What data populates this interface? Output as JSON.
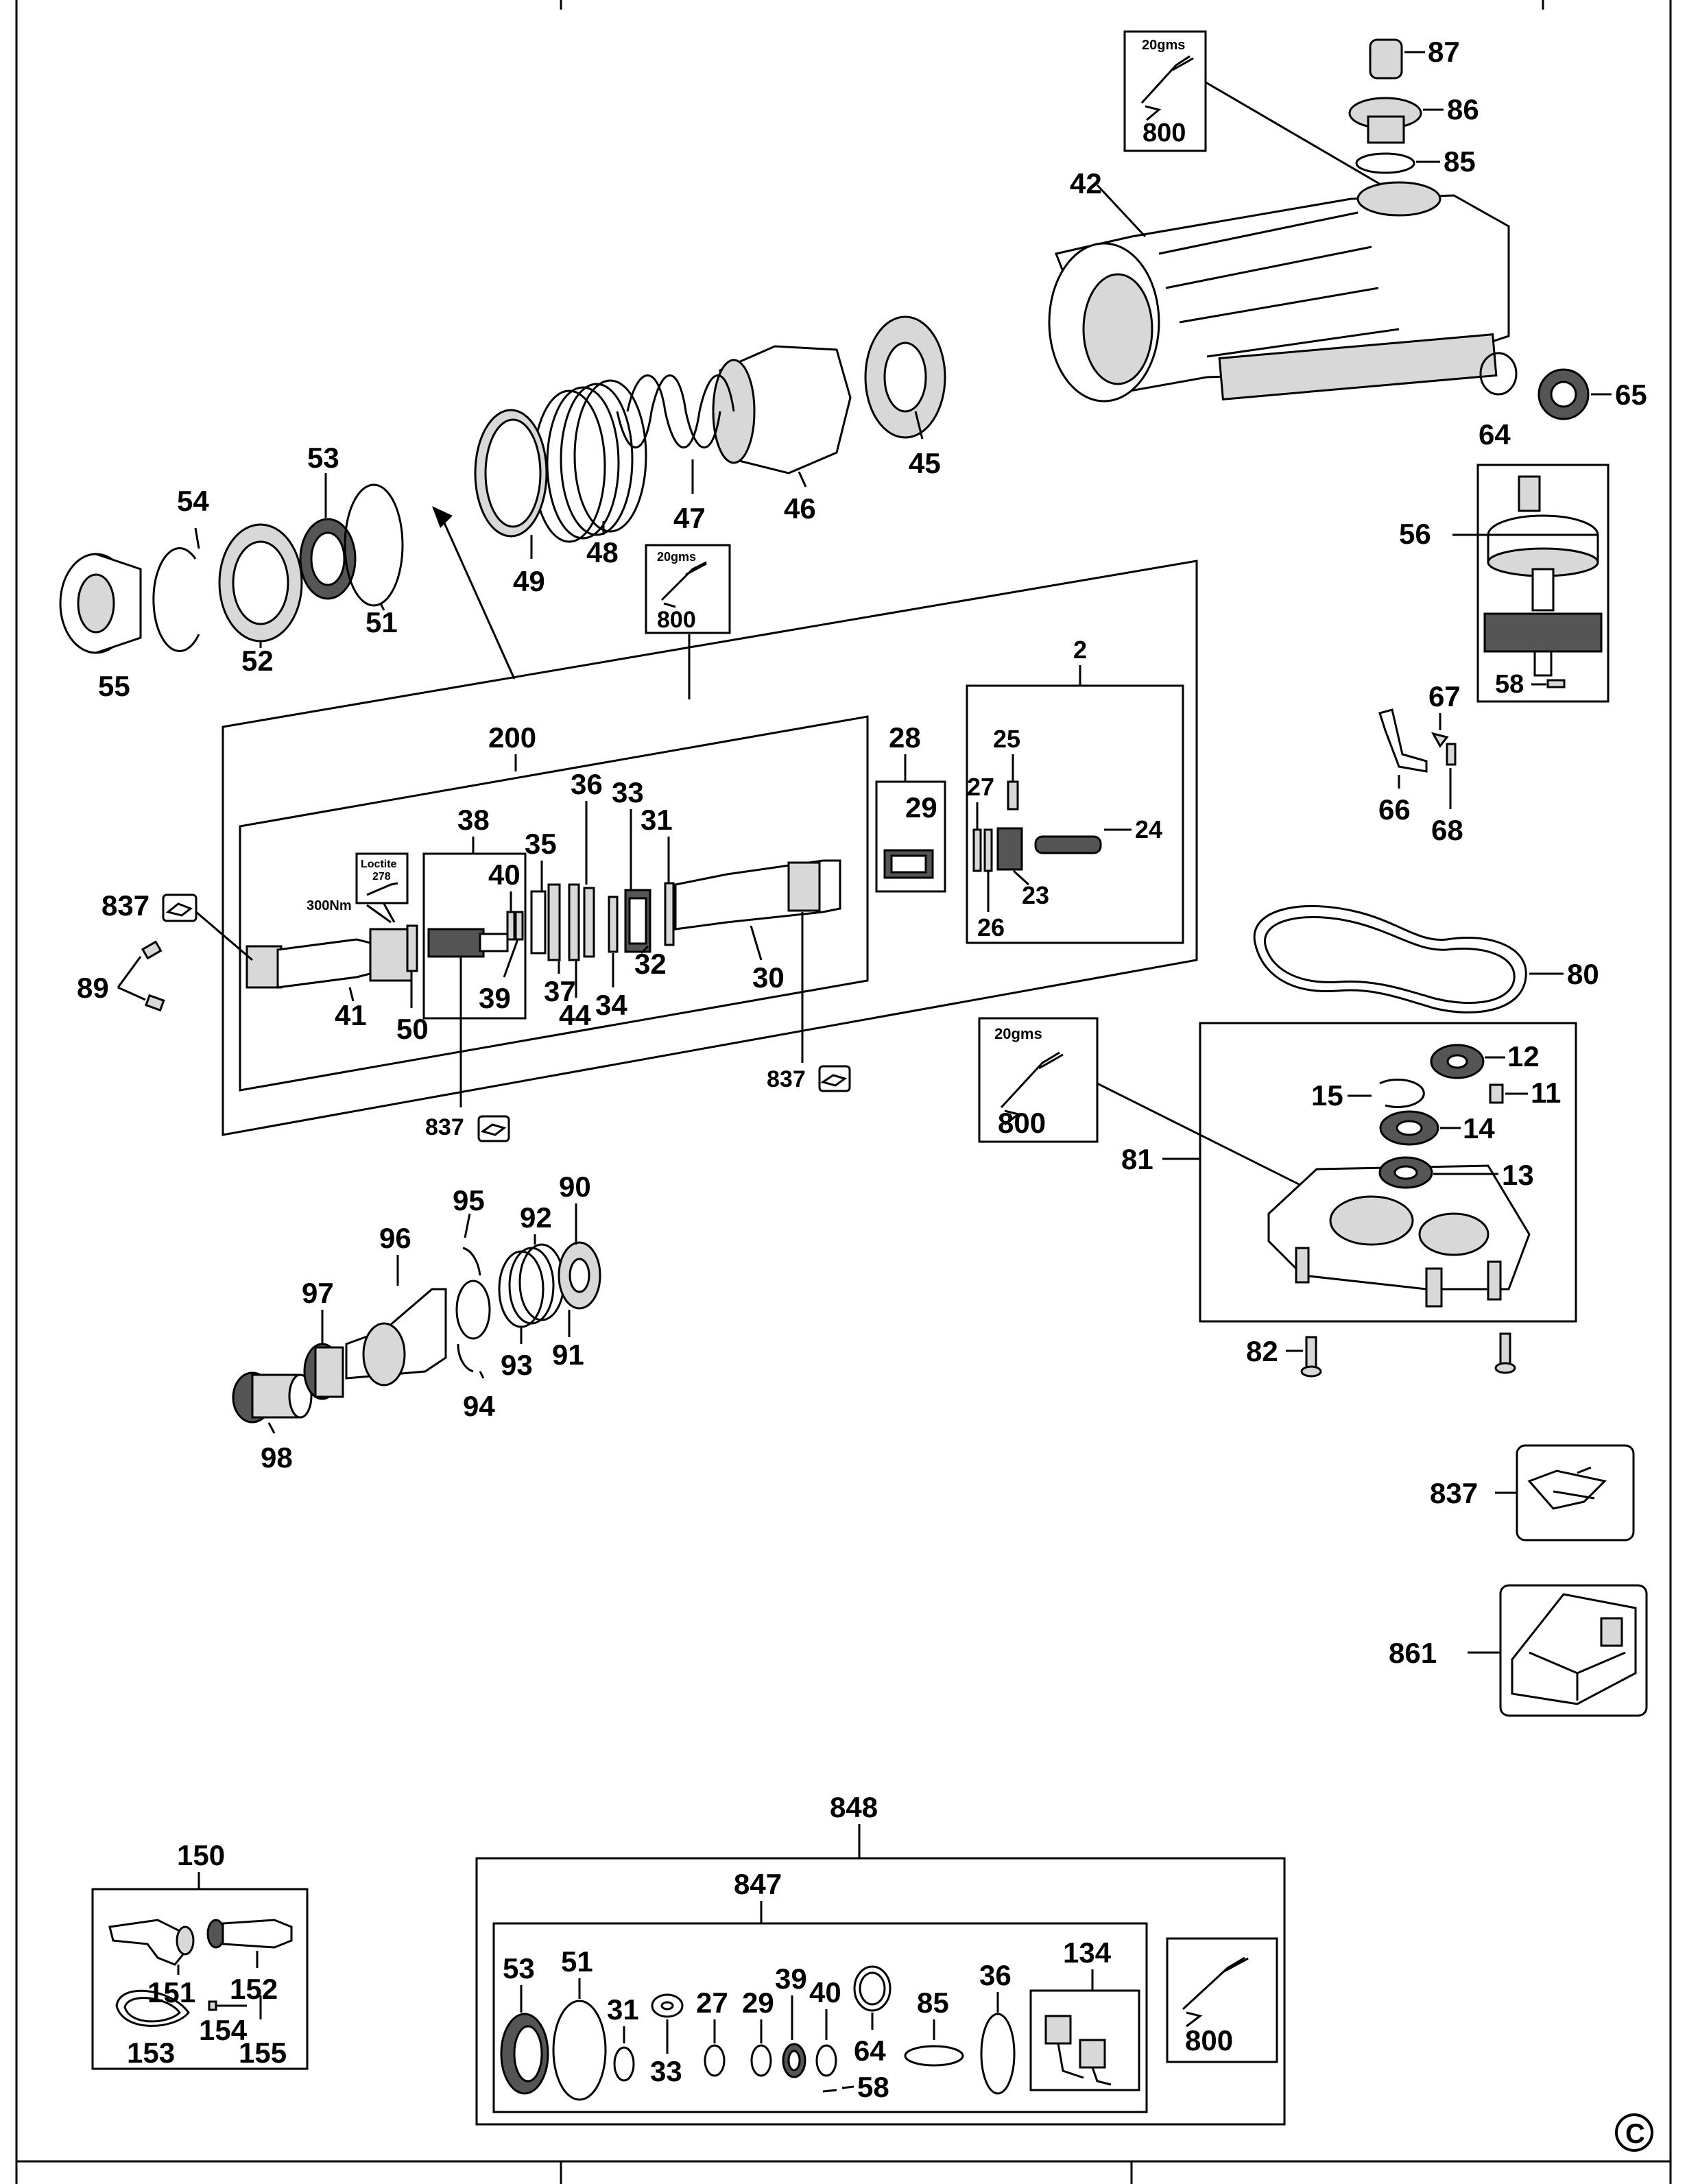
{
  "grease": {
    "weight": "20gms",
    "number": "800"
  },
  "loctite": {
    "name": "Loctite",
    "grade": "278"
  },
  "torque": "300Nm",
  "copyright": "©",
  "labels": {
    "p87": "87",
    "p86": "86",
    "p85": "85",
    "p42": "42",
    "p65": "65",
    "p64": "64",
    "p45": "45",
    "p46": "46",
    "p47": "47",
    "p48": "48",
    "p49": "49",
    "p53": "53",
    "p54": "54",
    "p51": "51",
    "p52": "52",
    "p55": "55",
    "p56": "56",
    "p58": "58",
    "p67": "67",
    "p66": "66",
    "p68": "68",
    "p80": "80",
    "p200": "200",
    "p2": "2",
    "p28": "28",
    "p29": "29",
    "p25": "25",
    "p27": "27",
    "p24": "24",
    "p23": "23",
    "p26": "26",
    "p38": "38",
    "p36": "36",
    "p33": "33",
    "p31": "31",
    "p35": "35",
    "p40": "40",
    "p837a": "837",
    "p837b": "837",
    "p837c": "837",
    "p837d": "837",
    "p89": "89",
    "p41": "41",
    "p50": "50",
    "p39": "39",
    "p37": "37",
    "p44": "44",
    "p34": "34",
    "p32": "32",
    "p30": "30",
    "p12": "12",
    "p15": "15",
    "p11": "11",
    "p14": "14",
    "p13": "13",
    "p81": "81",
    "p82": "82",
    "p95": "95",
    "p90": "90",
    "p96": "96",
    "p92": "92",
    "p97": "97",
    "p93": "93",
    "p91": "91",
    "p94": "94",
    "p98": "98",
    "p861": "861",
    "p848": "848",
    "p150": "150",
    "p151": "151",
    "p152": "152",
    "p153": "153",
    "p154": "154",
    "p155": "155",
    "k847": "847",
    "k53": "53",
    "k51": "51",
    "k31": "31",
    "k27": "27",
    "k29": "29",
    "k39": "39",
    "k40": "40",
    "k64": "64",
    "k85": "85",
    "k36": "36",
    "k134": "134",
    "k33": "33",
    "k58": "58"
  }
}
